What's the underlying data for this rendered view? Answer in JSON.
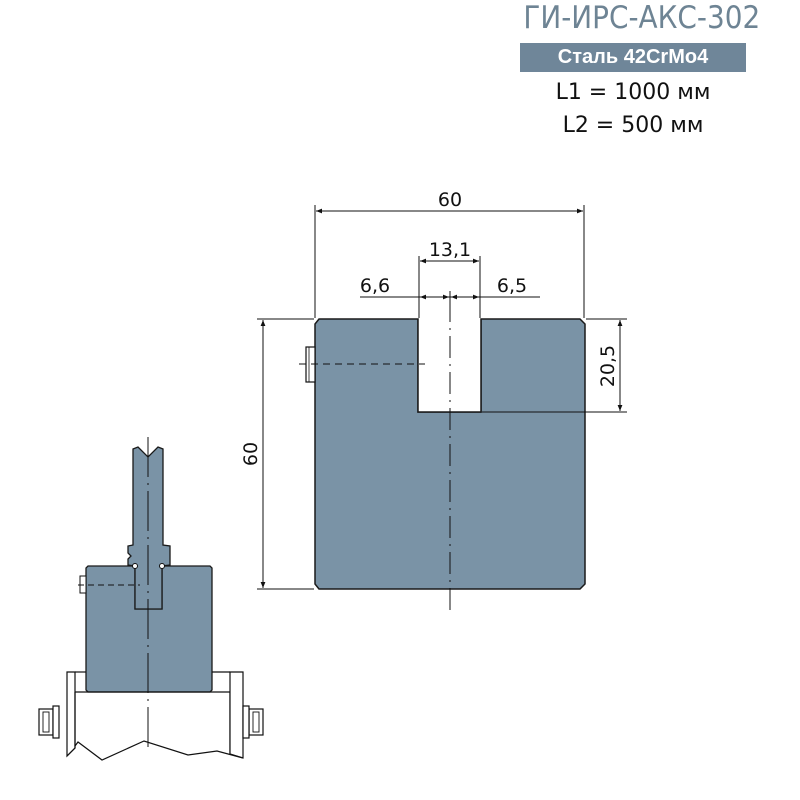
{
  "header": {
    "title": "ГИ-ИРС-АКС-302",
    "material_badge": "Сталь 42CrMo4",
    "specs": [
      "L1 = 1000 мм",
      "L2 = 500 мм"
    ]
  },
  "drawing": {
    "dimensions": {
      "overall_width": "60",
      "slot_width": "13,1",
      "left_offset": "6,6",
      "right_offset": "6,5",
      "slot_depth": "20,5",
      "overall_height": "60"
    },
    "colors": {
      "part_fill": "#7a93a6",
      "title_color": "#6e8494",
      "badge_bg": "#6f8699",
      "line_color": "#111111"
    }
  }
}
